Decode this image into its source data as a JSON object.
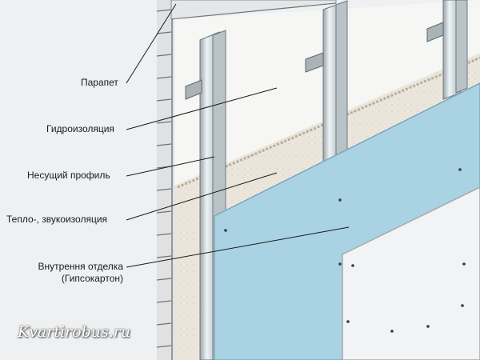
{
  "labels": {
    "parapet": "Парапет",
    "waterproofing": "Гидроизоляция",
    "profile": "Несущий профиль",
    "insulation": "Тепло-, звукоизоляция",
    "finish_line1": "Внутрення отделка",
    "finish_line2": "(Гипсокартон)"
  },
  "watermark": "Kvartirobus.ru",
  "colors": {
    "background": "#eef0f2",
    "panel_blue": "#a9d2e2",
    "panel_white": "#f1f3f4",
    "insulation": "#ebe6dc",
    "profile_metal": "#cfd6da"
  }
}
